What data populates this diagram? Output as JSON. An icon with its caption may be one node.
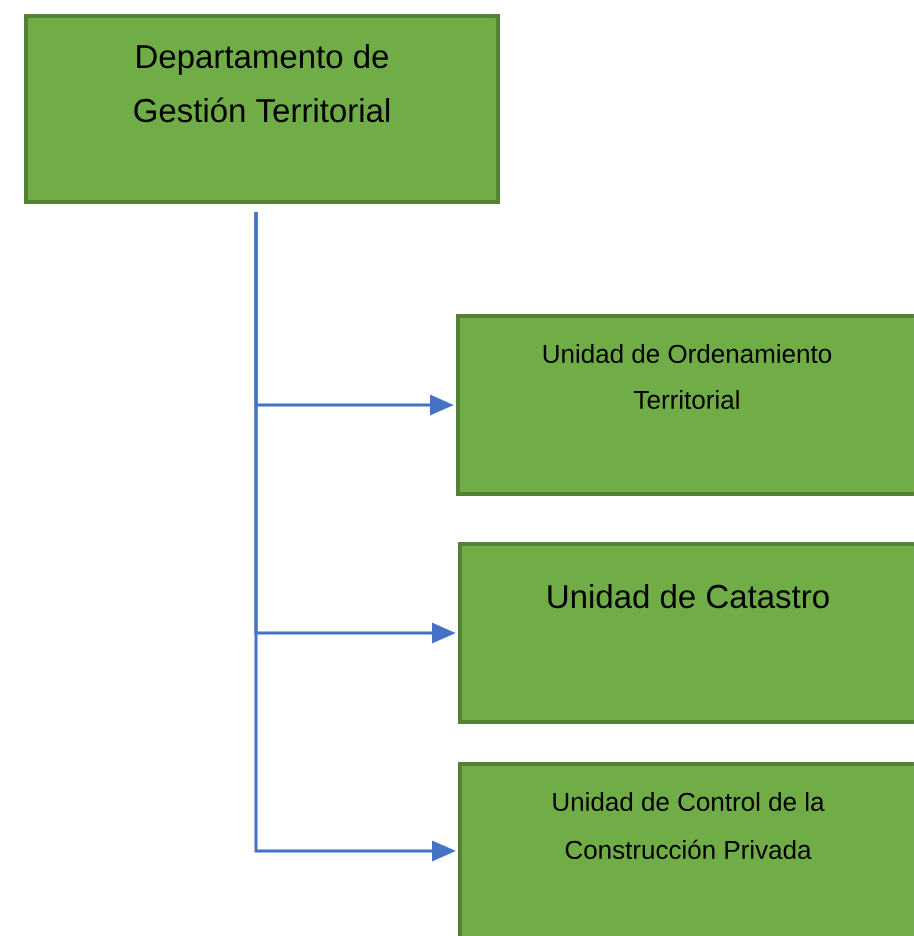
{
  "diagram": {
    "nodes": [
      {
        "text": [
          "Departamento de Gestión Territorial"
        ]
      },
      {
        "text": [
          "Unidad de Ordenamiento Territorial"
        ]
      },
      {
        "text": [
          "Unidad de Catastro"
        ]
      },
      {
        "text": [
          "Unidad de Control de la Construcción Privada"
        ]
      }
    ],
    "edges": [
      {
        "from": 0,
        "to": 1,
        "arrow": "to"
      },
      {
        "from": 0,
        "to": 2,
        "arrow": "to"
      },
      {
        "from": 0,
        "to": 3,
        "arrow": "to"
      }
    ]
  }
}
